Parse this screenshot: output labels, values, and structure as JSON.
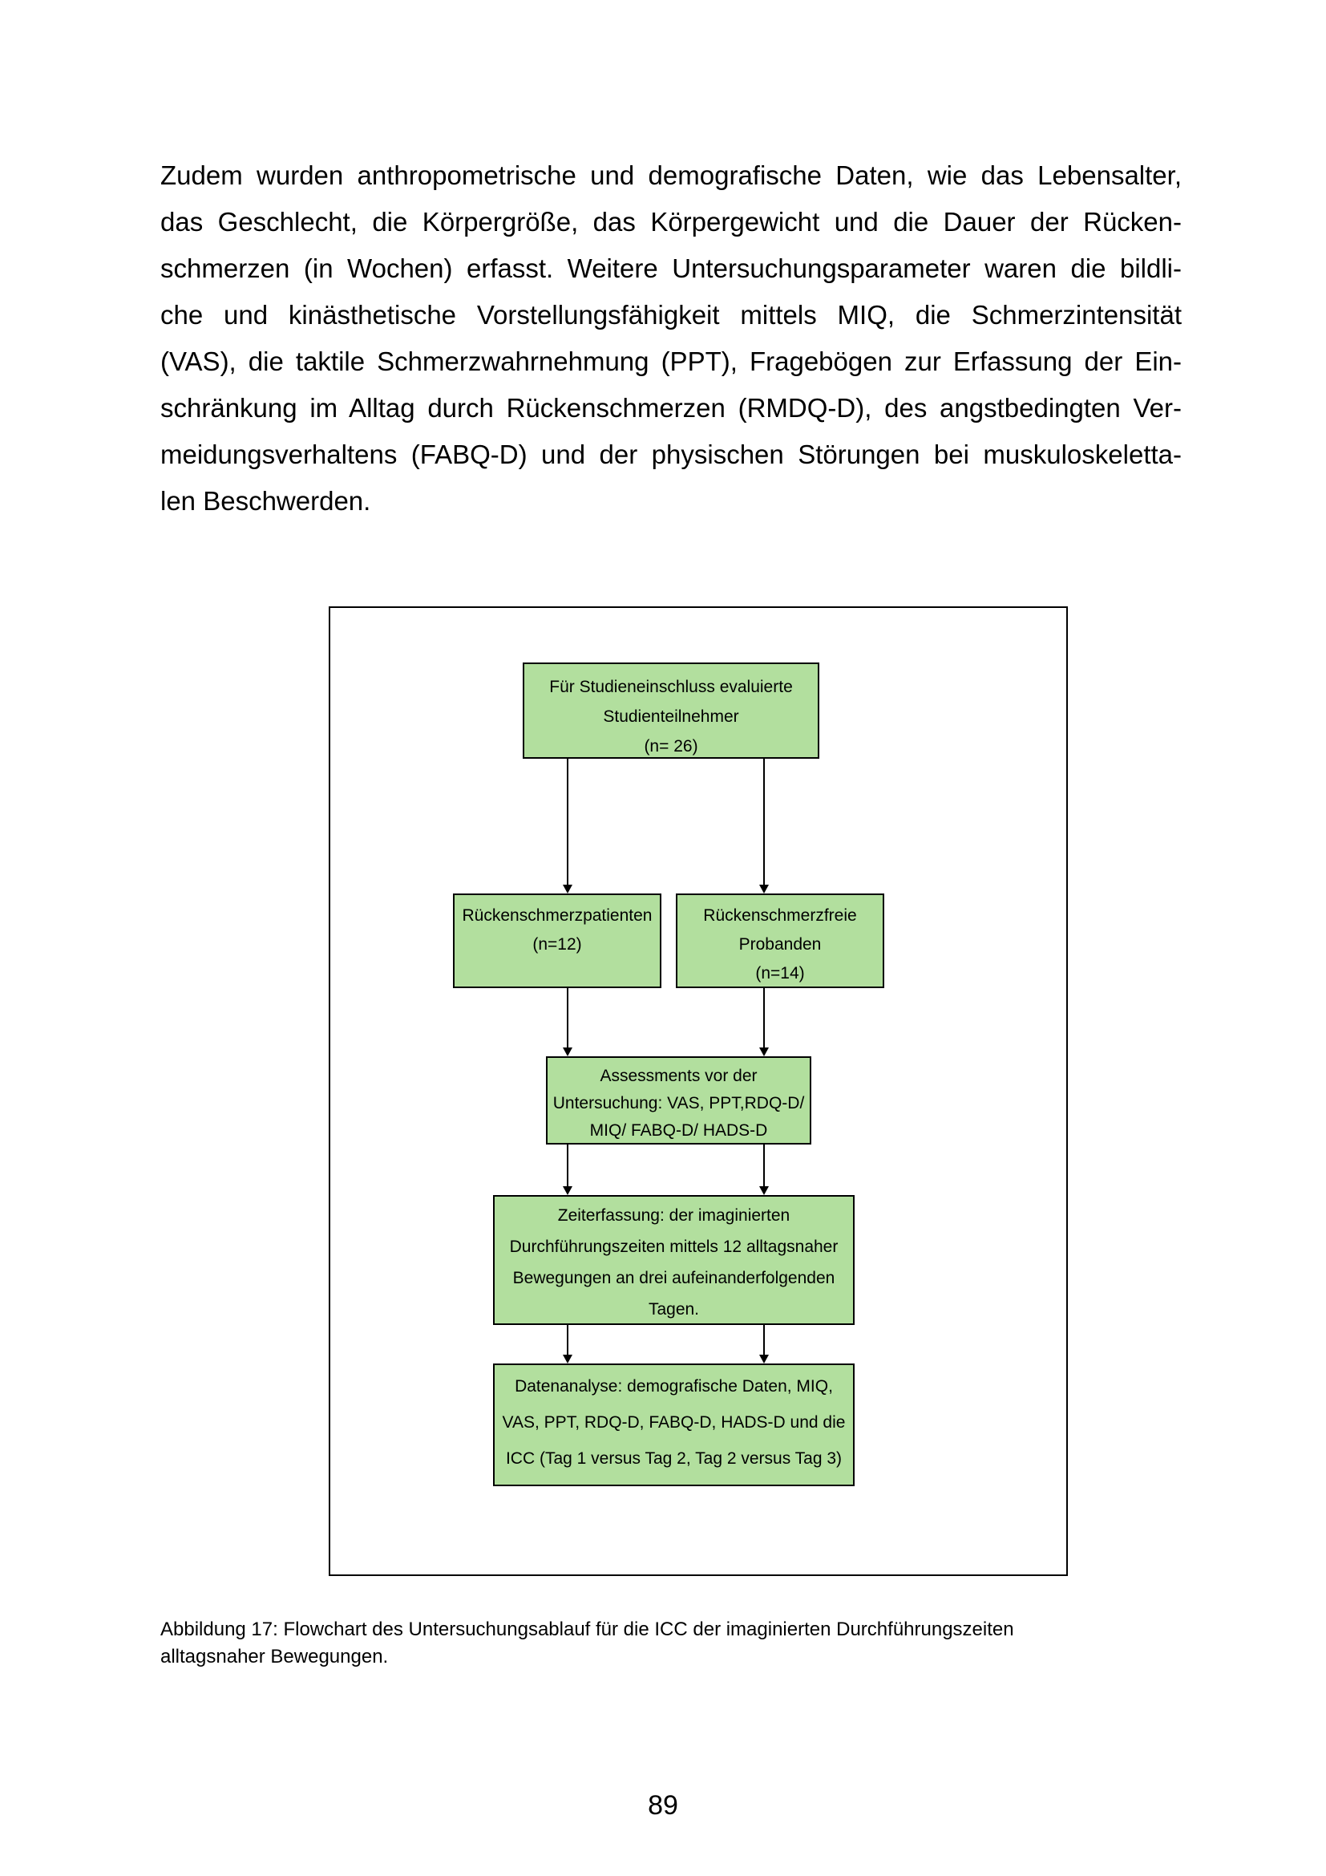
{
  "paragraph": {
    "lines": [
      "Zudem wurden anthropometrische und demografische Daten, wie das Lebensalter,",
      "das Geschlecht, die Körpergröße, das Körpergewicht und die Dauer der Rücken-",
      "schmerzen (in Wochen) erfasst. Weitere Untersuchungsparameter waren die bildli-",
      "che und kinästhetische Vorstellungsfähigkeit mittels MIQ, die Schmerzintensität",
      "(VAS), die taktile Schmerzwahrnehmung (PPT), Fragebögen zur Erfassung der Ein-",
      "schränkung im Alltag durch Rückenschmerzen (RMDQ-D), des angstbedingten Ver-",
      "meidungsverhaltens (FABQ-D) und der physischen Störungen bei muskuloskeletta-",
      "len Beschwerden."
    ]
  },
  "flowchart": {
    "box_fill": "#b2df9e",
    "box_border": "#000000",
    "top_box": {
      "lines": [
        "Für Studieneinschluss evaluierte",
        "Studienteilnehmer",
        "(n= 26)"
      ]
    },
    "left_box": {
      "lines": [
        "Rückenschmerzpatienten",
        "",
        "(n=12)"
      ]
    },
    "right_box": {
      "lines": [
        "Rückenschmerzfreie",
        "Probanden",
        "(n=14)"
      ]
    },
    "assessments_box": {
      "lines": [
        "Assessments vor der",
        "Untersuchung: VAS, PPT,RDQ-D/",
        "MIQ/ FABQ-D/ HADS-D"
      ]
    },
    "zeiterfassung_box": {
      "lines": [
        "Zeiterfassung: der imaginierten",
        "Durchführungszeiten mittels 12 alltagsnaher",
        "Bewegungen an drei aufeinanderfolgenden",
        "Tagen."
      ]
    },
    "datenanalyse_box": {
      "lines": [
        "Datenanalyse: demografische Daten, MIQ,",
        "VAS, PPT, RDQ-D, FABQ-D, HADS-D und die",
        "ICC (Tag 1 versus Tag 2, Tag 2 versus Tag 3)"
      ]
    }
  },
  "caption": {
    "lines": [
      "Abbildung 17: Flowchart des Untersuchungsablauf für die ICC der imaginierten Durchführungszeiten",
      "alltagsnaher Bewegungen."
    ]
  },
  "page": {
    "number": "89"
  }
}
